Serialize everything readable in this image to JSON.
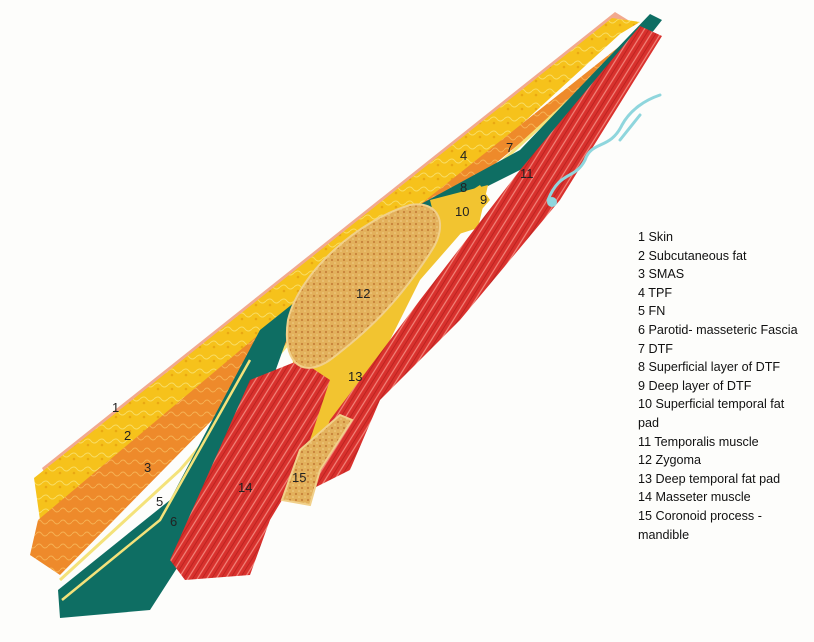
{
  "labels": {
    "n1": "1",
    "n2": "2",
    "n3": "3",
    "n4": "4",
    "n5": "5",
    "n6": "6",
    "n7": "7",
    "n8": "8",
    "n9": "9",
    "n10": "10",
    "n11": "11",
    "n12": "12",
    "n13": "13",
    "n14": "14",
    "n15": "15"
  },
  "legend": {
    "items": [
      "1 Skin",
      "2 Subcutaneous fat",
      "3 SMAS",
      "4 TPF",
      "5 FN",
      "6 Parotid- masseteric Fascia",
      "7 DTF",
      "8 Superficial layer of DTF",
      "9 Deep layer of DTF",
      "10 Superficial temporal fat pad",
      "11 Temporalis muscle",
      "12 Zygoma",
      "13 Deep temporal fat pad",
      "14 Masseter muscle",
      "15 Coronoid process - mandible"
    ]
  },
  "colors": {
    "skin": "#f2a98e",
    "subcutaneous_fat": "#f6c21b",
    "smas": "#ee8a2b",
    "fascia": "#0e6e63",
    "fn": "#f4e27a",
    "muscle": "#d9312d",
    "zygoma": "#e3b15c",
    "fat_pad": "#f2c430",
    "signature": "#8fd6dd"
  }
}
